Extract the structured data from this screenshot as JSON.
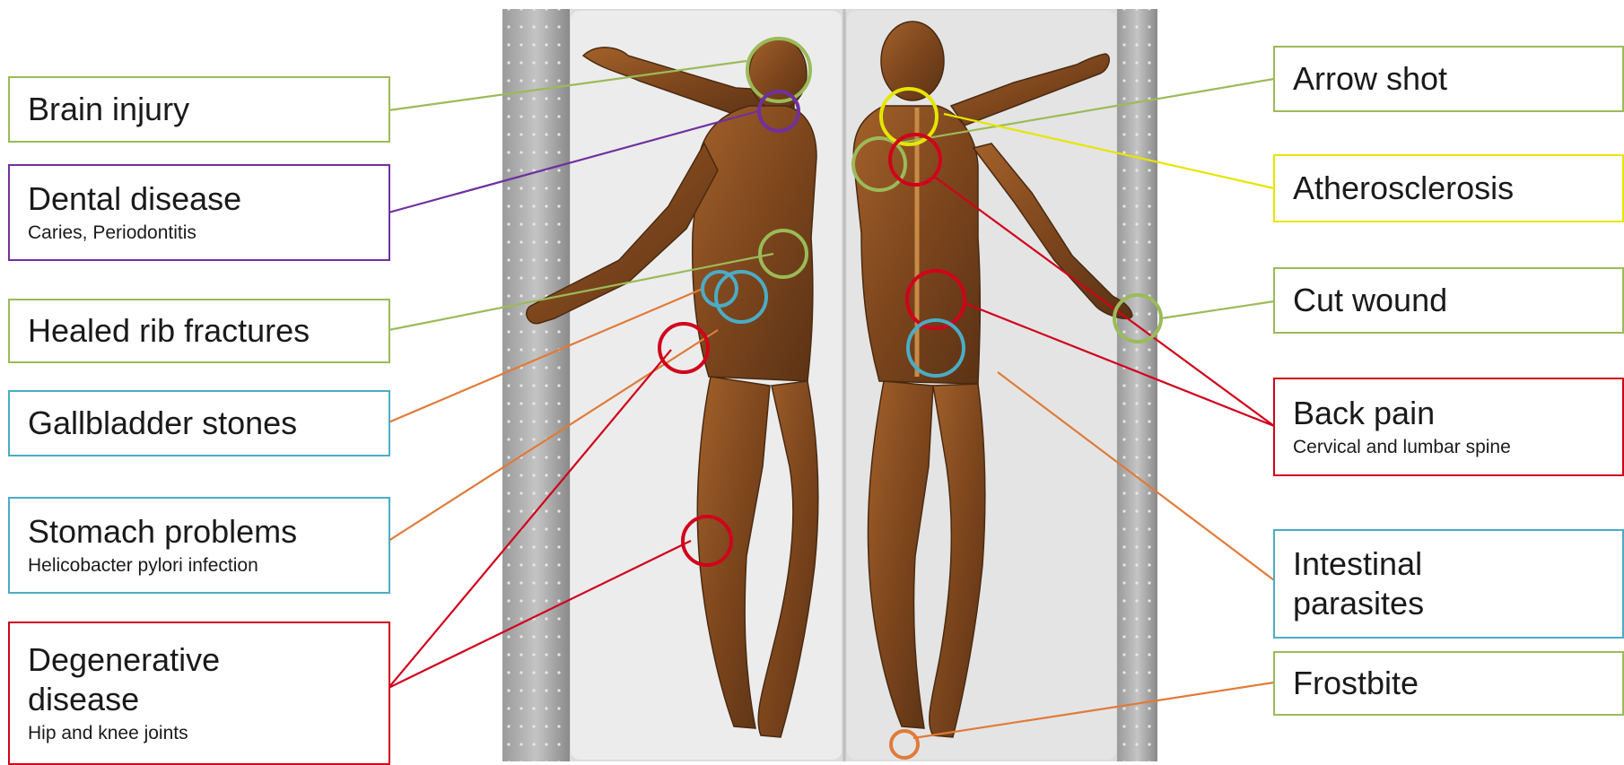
{
  "colors": {
    "green": "#9bbb59",
    "purple": "#7030a0",
    "blue": "#4bacc6",
    "orange": "#e07b39",
    "red": "#d0021b",
    "yellow": "#e6e600"
  },
  "image": {
    "subject": "mummy-front-and-back-views"
  },
  "labels": {
    "brain_injury": {
      "title": "Brain injury",
      "sub": ""
    },
    "dental_disease": {
      "title": "Dental disease",
      "sub": "Caries, Periodontitis"
    },
    "healed_rib_fractures": {
      "title": "Healed rib fractures",
      "sub": ""
    },
    "gallbladder_stones": {
      "title": "Gallbladder stones",
      "sub": ""
    },
    "stomach_problems": {
      "title": "Stomach problems",
      "sub": "Helicobacter pylori infection"
    },
    "degenerative_disease": {
      "title": "Degenerative disease",
      "sub": "Hip and knee joints"
    },
    "arrow_shot": {
      "title": "Arrow shot",
      "sub": ""
    },
    "atherosclerosis": {
      "title": "Atherosclerosis",
      "sub": ""
    },
    "cut_wound": {
      "title": "Cut wound",
      "sub": ""
    },
    "back_pain": {
      "title": "Back pain",
      "sub": "Cervical and lumbar spine"
    },
    "intestinal_parasites": {
      "title": "Intestinal parasites",
      "sub": ""
    },
    "frostbite": {
      "title": "Frostbite",
      "sub": ""
    }
  }
}
